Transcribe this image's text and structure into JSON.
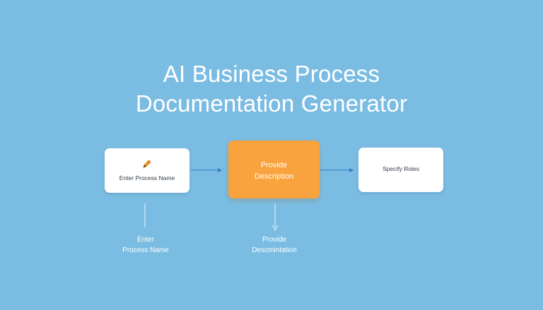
{
  "title": {
    "line1": "AI Business Process",
    "line2": "Documentation Generator"
  },
  "steps": [
    {
      "label": "Enter Process Name",
      "icon": "pencil-icon"
    },
    {
      "line1": "Provide",
      "line2": "Description"
    },
    {
      "label": "Specify Roles"
    }
  ],
  "captions": [
    {
      "line1": "Enter",
      "line2": "Process Name"
    },
    {
      "line1": "Provide",
      "line2": "Descmintation"
    }
  ],
  "colors": {
    "background": "#7bbde2",
    "highlight": "#f9a33e",
    "arrow": "#2f7fc8",
    "icon": "#f29a1f"
  }
}
